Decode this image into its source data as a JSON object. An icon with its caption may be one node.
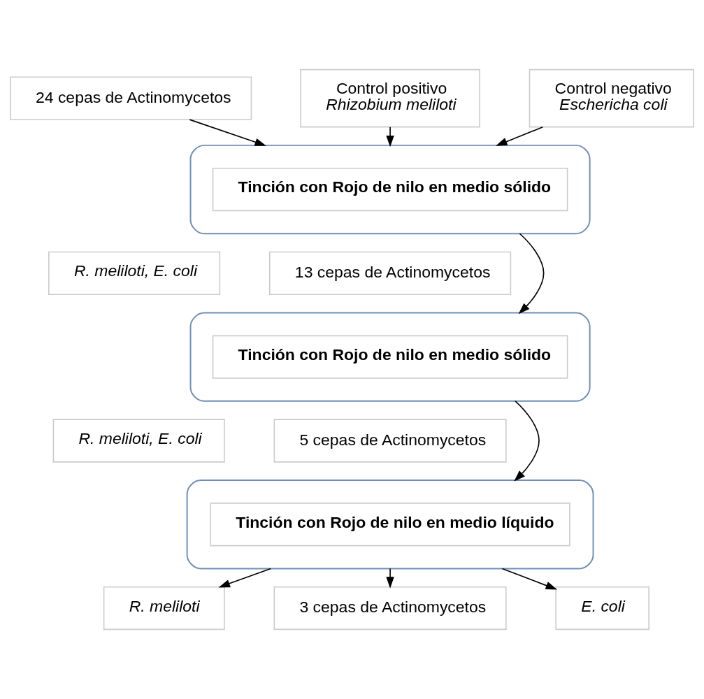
{
  "diagram": {
    "nodes": [
      {
        "text": [
          "24 cepas de Actinomycetos"
        ]
      },
      {
        "text": [
          "Control positivo",
          "Rhizobium meliloti"
        ]
      },
      {
        "text": [
          "Control negativo",
          "Eschericha coli"
        ]
      },
      {
        "text": [],
        "shape": "box"
      },
      {
        "text": [
          "Tinción con Rojo de nilo en medio sólido"
        ],
        "in": 3
      },
      {
        "text": [
          "R. meliloti, E. coli"
        ]
      },
      {
        "text": [
          "13 cepas de Actinomycetos"
        ]
      },
      {
        "text": [],
        "shape": "box"
      },
      {
        "text": [
          "Tinción con Rojo de nilo en medio sólido"
        ],
        "in": 7
      },
      {
        "text": [
          "R. meliloti, E. coli"
        ]
      },
      {
        "text": [
          "5 cepas de Actinomycetos"
        ]
      },
      {
        "text": [],
        "shape": "box"
      },
      {
        "text": [
          "Tinción con Rojo de nilo en medio líquido"
        ],
        "in": 11
      },
      {
        "text": [
          "R. meliloti"
        ]
      },
      {
        "text": [
          "3 cepas de Actinomycetos"
        ]
      },
      {
        "text": [
          "E. coli"
        ]
      }
    ],
    "edges": [
      {
        "from": 0,
        "to": 3,
        "arrow": "to"
      },
      {
        "from": 1,
        "to": 3,
        "arrow": "to"
      },
      {
        "from": 2,
        "to": 3,
        "arrow": "to"
      },
      {
        "from": 3,
        "to": 7,
        "arrow": "to"
      },
      {
        "from": 7,
        "to": 11,
        "arrow": "to"
      },
      {
        "from": 11,
        "to": 13,
        "arrow": "to"
      },
      {
        "from": 11,
        "to": 14,
        "arrow": "to"
      },
      {
        "from": 11,
        "to": 15,
        "arrow": "to"
      }
    ]
  }
}
